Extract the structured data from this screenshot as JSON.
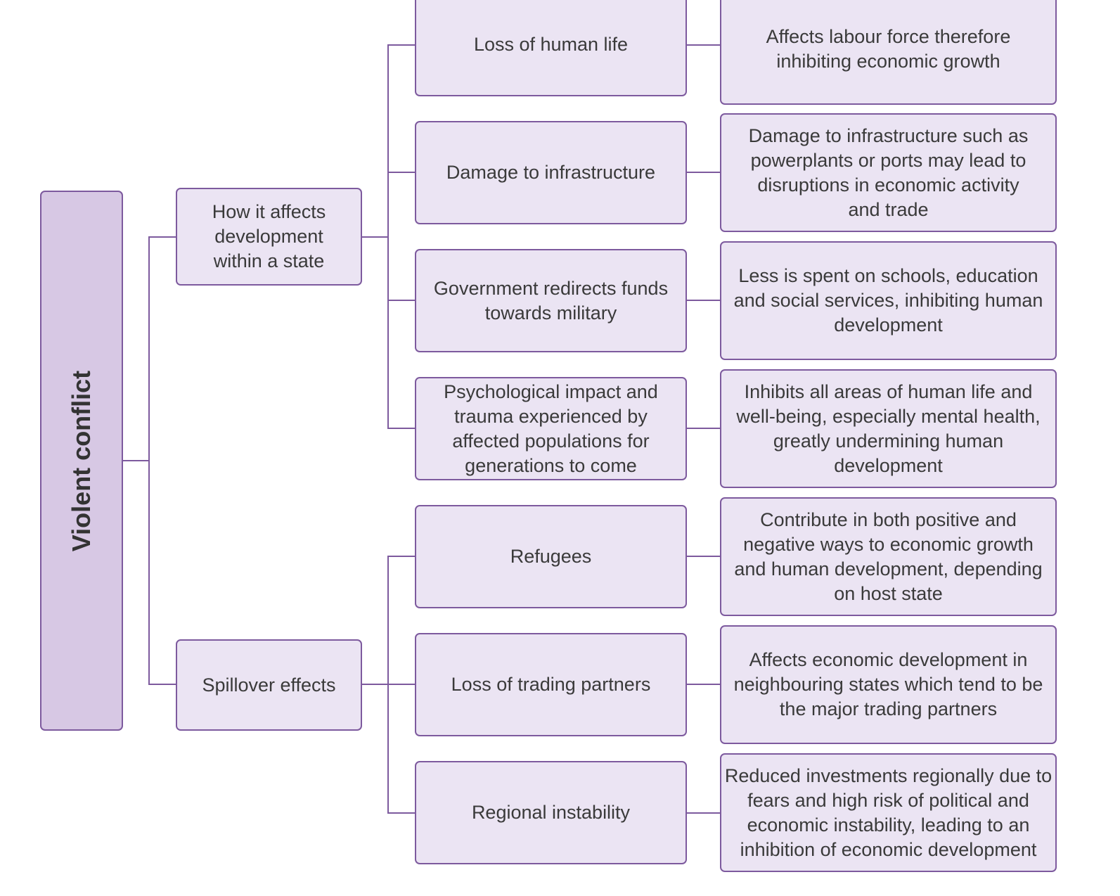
{
  "root": {
    "label": "Violent conflict"
  },
  "branches": [
    {
      "label": "How it affects development within a state",
      "causes": [
        {
          "label": "Loss of human life",
          "effect": "Affects labour force therefore inhibiting economic growth"
        },
        {
          "label": "Damage to infrastructure",
          "effect": "Damage to infrastructure such as powerplants or ports may lead to disruptions in economic activity and trade"
        },
        {
          "label": "Government redirects funds towards military",
          "effect": "Less is spent on schools, education and social services, inhibiting human development"
        },
        {
          "label": "Psychological impact and trauma experienced by affected populations for generations to come",
          "effect": "Inhibits all areas of human life and well-being, especially mental health, greatly undermining human development"
        }
      ]
    },
    {
      "label": "Spillover effects",
      "causes": [
        {
          "label": "Refugees",
          "effect": "Contribute in both positive and negative ways to economic growth and human development, depending on host state"
        },
        {
          "label": "Loss of trading partners",
          "effect": "Affects economic development in neighbouring states which tend to be the major trading partners"
        },
        {
          "label": "Regional instability",
          "effect": "Reduced investments regionally due to fears and high risk of political and economic instability, leading to an inhibition of economic development"
        }
      ]
    }
  ],
  "colors": {
    "line": "#7d5a9e",
    "box_fill": "#ebe4f3",
    "root_fill": "#d7c8e4",
    "text": "#3a3a3a"
  }
}
